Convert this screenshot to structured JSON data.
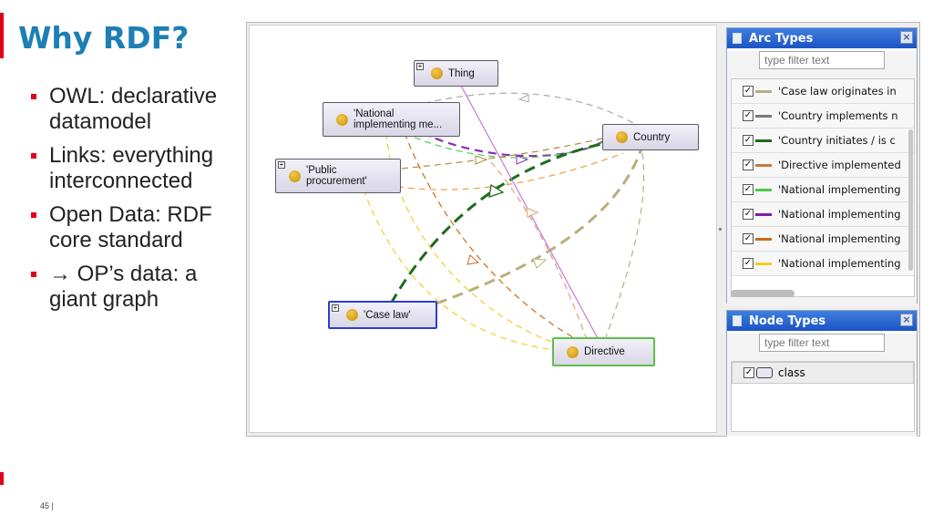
{
  "slide": {
    "title": "Why RDF?",
    "page_number": "45 |",
    "bullets": [
      "OWL: declarative datamodel",
      "Links: everything interconnected",
      "Open Data: RDF core standard",
      "→ OP’s data: a giant graph"
    ]
  },
  "graph": {
    "nodes": {
      "thing": "Thing",
      "national": "'National implementing me...",
      "public": "'Public procurement'",
      "country": "Country",
      "caselaw": "'Case law'",
      "directive": "Directive"
    },
    "expander_glyph": "+"
  },
  "arc_types": {
    "title": "Arc Types",
    "close_glyph": "×",
    "filter_placeholder": "type filter text",
    "check_glyph": "✓",
    "items": [
      {
        "label": "'Case law originates in",
        "color": "#b5b088"
      },
      {
        "label": "'Country implements n",
        "color": "#7a7a7a"
      },
      {
        "label": "'Country initiates / is c",
        "color": "#1d6b1d"
      },
      {
        "label": "'Directive implemented",
        "color": "#c8793a"
      },
      {
        "label": "'National implementing",
        "color": "#4cc94c"
      },
      {
        "label": "'National implementing",
        "color": "#7a1fa6"
      },
      {
        "label": "'National implementing",
        "color": "#cc6a1a"
      },
      {
        "label": "'National implementing",
        "color": "#f5cc2a"
      }
    ]
  },
  "node_types": {
    "title": "Node Types",
    "close_glyph": "×",
    "filter_placeholder": "type filter text",
    "check_glyph": "✓",
    "items": [
      {
        "label": "class"
      }
    ]
  },
  "colors": {
    "accent_red": "#e2001a",
    "title_blue": "#1d7fb3",
    "panel_header_blue": "#1c54c4"
  }
}
